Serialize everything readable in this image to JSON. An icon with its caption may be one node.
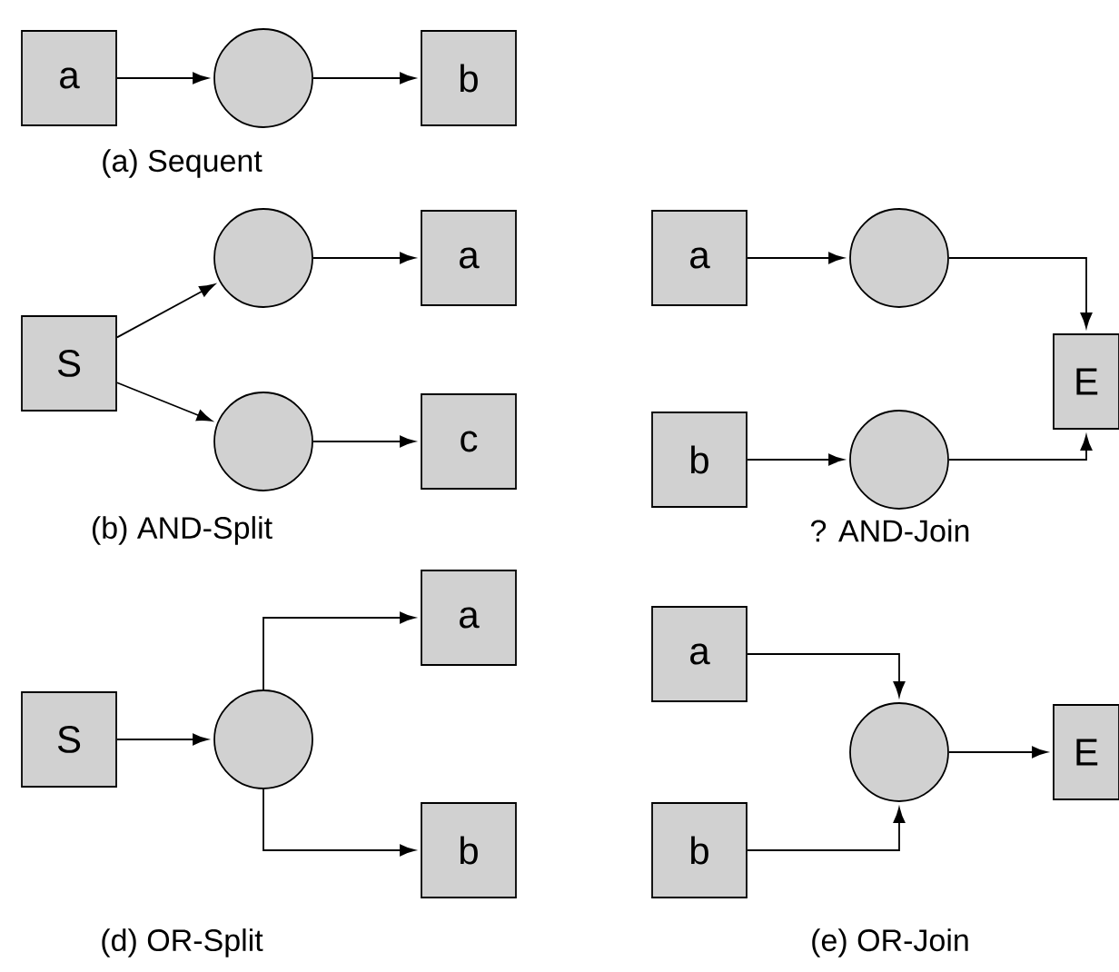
{
  "diagram": {
    "nodes": [
      {
        "text": [
          "a"
        ]
      },
      {
        "text": [],
        "shape": "circle"
      },
      {
        "text": [
          "b"
        ]
      },
      {
        "text": [
          "S"
        ]
      },
      {
        "text": [],
        "shape": "circle"
      },
      {
        "text": [
          "a"
        ]
      },
      {
        "text": [],
        "shape": "circle"
      },
      {
        "text": [
          "c"
        ]
      },
      {
        "text": [
          "a"
        ]
      },
      {
        "text": [],
        "shape": "circle"
      },
      {
        "text": [
          "E"
        ]
      },
      {
        "text": [
          "b"
        ]
      },
      {
        "text": [],
        "shape": "circle"
      },
      {
        "text": [
          "S"
        ]
      },
      {
        "text": [],
        "shape": "circle"
      },
      {
        "text": [
          "a"
        ]
      },
      {
        "text": [
          "b"
        ]
      },
      {
        "text": [
          "a"
        ]
      },
      {
        "text": [],
        "shape": "circle"
      },
      {
        "text": [
          "E"
        ]
      },
      {
        "text": [
          "b"
        ]
      }
    ],
    "edges": [
      {
        "from": 0,
        "to": 1,
        "arrow": "to"
      },
      {
        "from": 1,
        "to": 2,
        "arrow": "to"
      },
      {
        "from": 3,
        "to": 4,
        "arrow": "to"
      },
      {
        "from": 3,
        "to": 6,
        "arrow": "to"
      },
      {
        "from": 4,
        "to": 5,
        "arrow": "to"
      },
      {
        "from": 6,
        "to": 7,
        "arrow": "to"
      },
      {
        "from": 8,
        "to": 9,
        "arrow": "to"
      },
      {
        "from": 9,
        "to": 10,
        "arrow": "to"
      },
      {
        "from": 11,
        "to": 12,
        "arrow": "to"
      },
      {
        "from": 12,
        "to": 10,
        "arrow": "to"
      },
      {
        "from": 13,
        "to": 14,
        "arrow": "to"
      },
      {
        "from": 14,
        "to": 15,
        "arrow": "to"
      },
      {
        "from": 14,
        "to": 16,
        "arrow": "to"
      },
      {
        "from": 17,
        "to": 18,
        "arrow": "to"
      },
      {
        "from": 20,
        "to": 18,
        "arrow": "to"
      },
      {
        "from": 18,
        "to": 19,
        "arrow": "to"
      }
    ],
    "labels": [
      "(a) Sequent",
      "(b) AND-Split",
      "? AND-Join",
      "(d) OR-Split",
      "(e) OR-Join"
    ]
  }
}
